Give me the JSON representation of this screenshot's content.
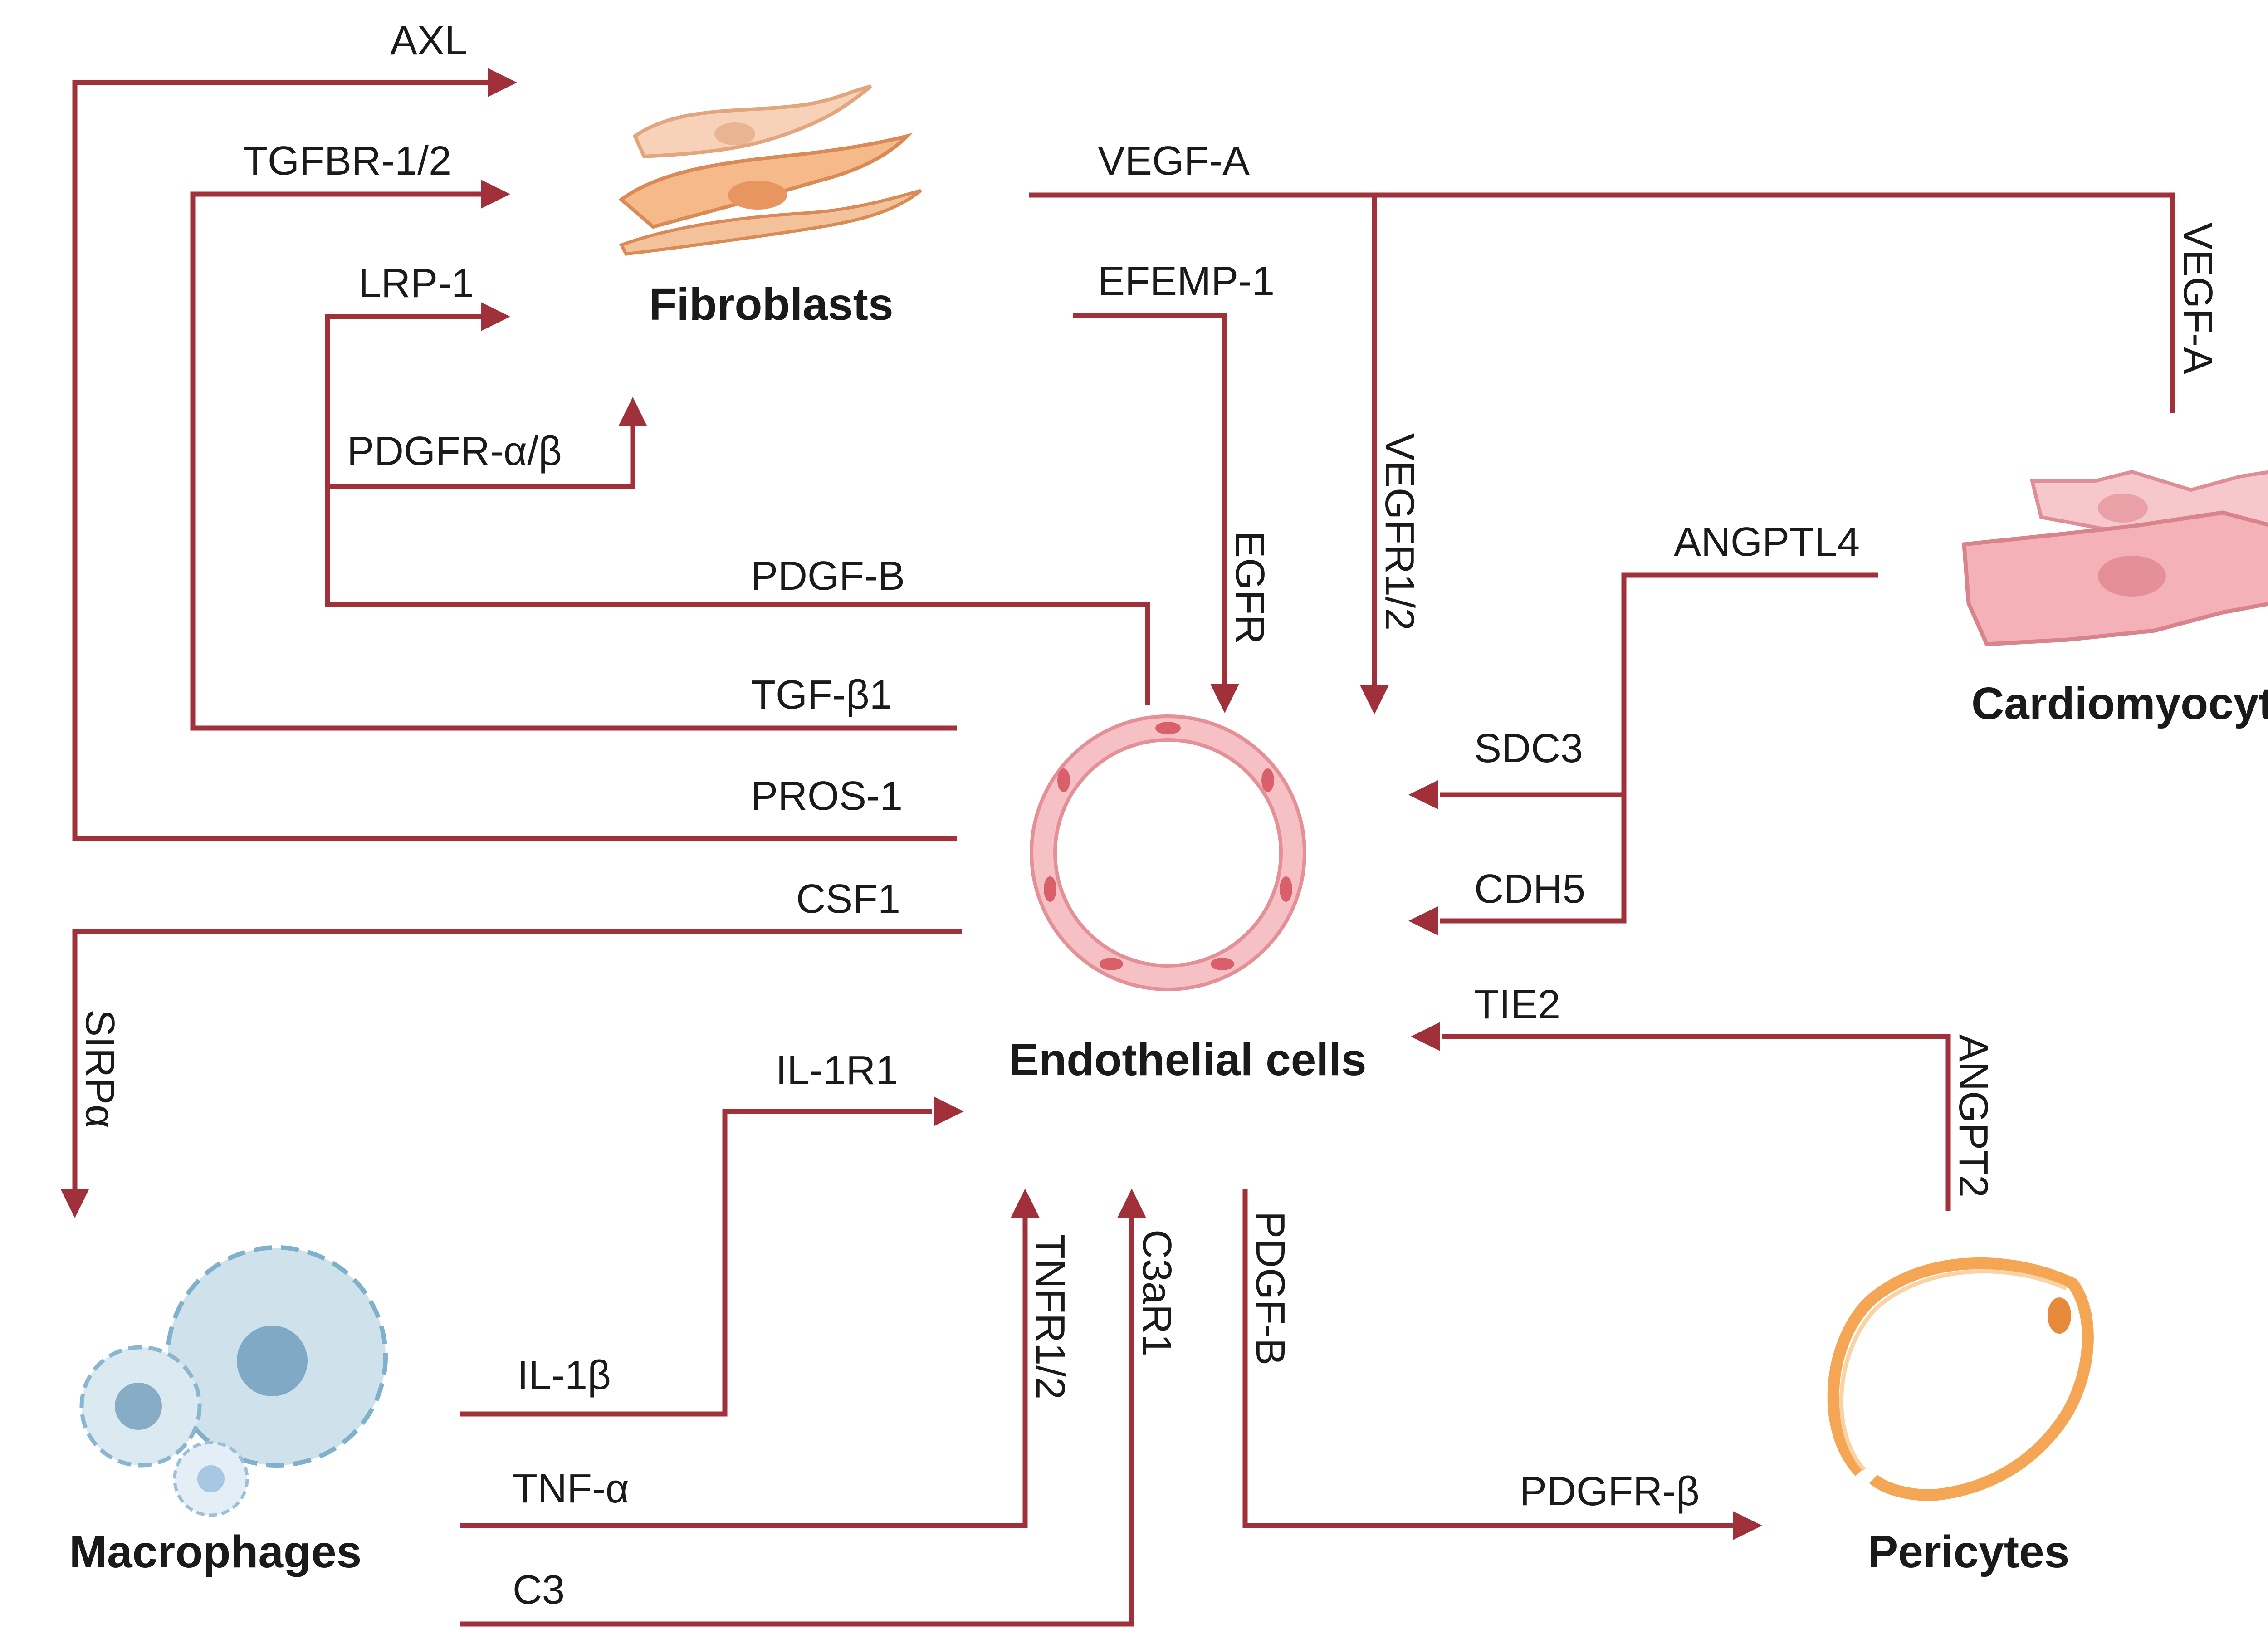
{
  "colors": {
    "arrow": "#a0303a",
    "text": "#1a1a1a",
    "fibroblast": "#f2b98a",
    "cardiomyocyte": "#f3b7bb",
    "endothelial": "#f1a9ad",
    "macrophage": "#cfe2ec",
    "pericyte": "#f5a654"
  },
  "cells": {
    "fibroblasts": "Fibroblasts",
    "cardiomyocytes": "Cardiomyocytes",
    "endothelial": "Endothelial cells",
    "macrophages": "Macrophages",
    "pericytes": "Pericytes"
  },
  "labels": {
    "axl": "AXL",
    "tgfbr": "TGFBR-1/2",
    "lrp1": "LRP-1",
    "pdgfr_ab": "PDGFR-α/β",
    "pdgfb_top": "PDGF-B",
    "tgfb1": "TGF-β1",
    "pros1": "PROS-1",
    "csf1": "CSF1",
    "sirpa": "SIRPα",
    "vegfa_top": "VEGF-A",
    "vegfa_right": "VEGF-A",
    "efemp1": "EFEMP-1",
    "egfr": "EGFR",
    "vegfr": "VEGFR1/2",
    "angptl4": "ANGPTL4",
    "sdc3": "SDC3",
    "cdh5": "CDH5",
    "tie2": "TIE2",
    "angpt2": "ANGPT2",
    "il1r1": "IL-1R1",
    "il1b": "IL-1β",
    "tnfa": "TNF-α",
    "c3": "C3",
    "tnfr": "TNFR1/2",
    "c3ar1": "C3aR1",
    "pdgfb_bottom": "PDGF-B",
    "pdgfrb": "PDGFR-β"
  },
  "icons": [
    "fibroblast-icon",
    "cardiomyocyte-icon",
    "endothelial-vessel-icon",
    "macrophage-icon",
    "pericyte-icon"
  ]
}
